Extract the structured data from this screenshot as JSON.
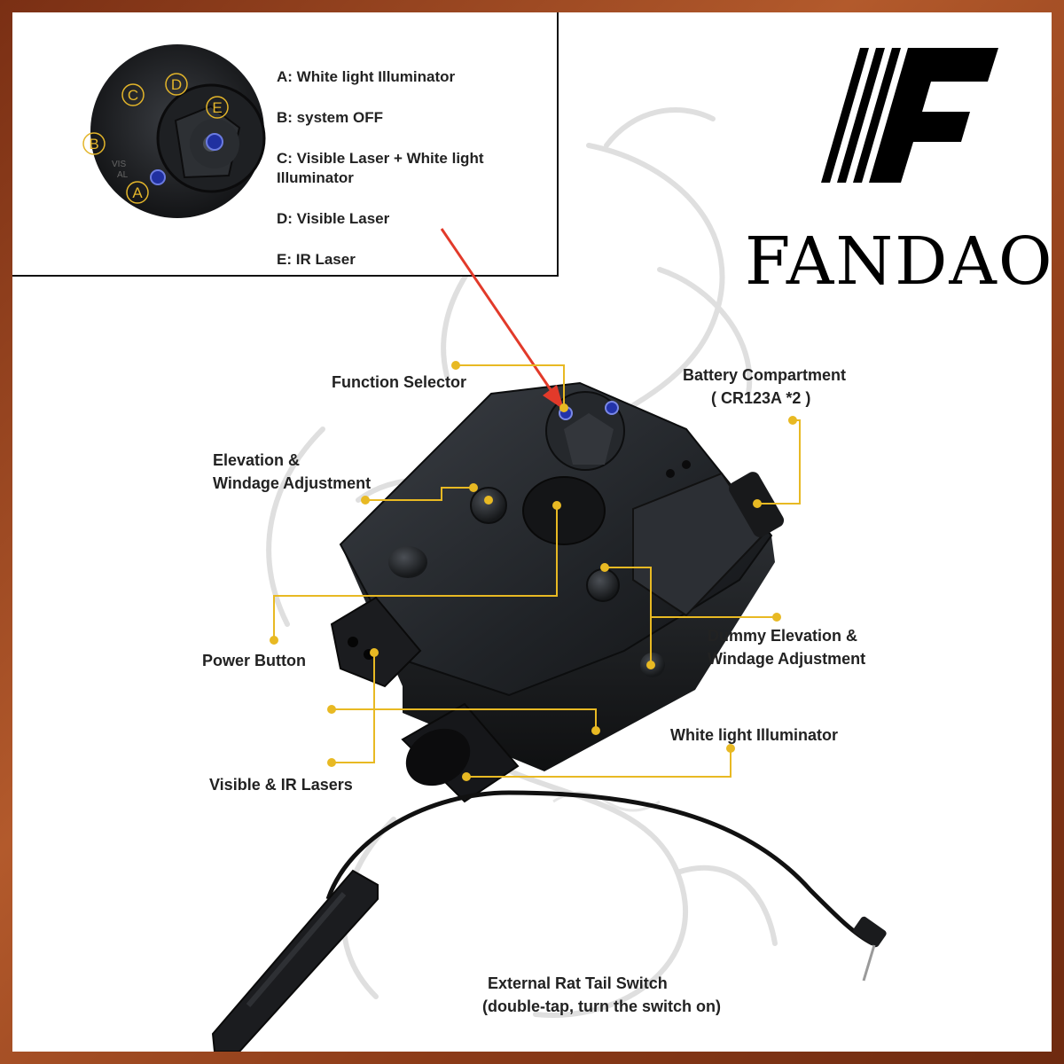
{
  "brand": {
    "name": "FANDAO"
  },
  "legend": {
    "dial_letters": [
      "A",
      "B",
      "C",
      "D",
      "E"
    ],
    "dial_marks": [
      "VIS",
      "AL"
    ],
    "items": [
      {
        "text": "A: White light Illuminator"
      },
      {
        "text": "B: system OFF"
      },
      {
        "text": "C: Visible Laser + White light"
      },
      {
        "text": "Illuminator"
      },
      {
        "text": "D: Visible Laser"
      },
      {
        "text": "E: IR Laser"
      }
    ]
  },
  "callouts": {
    "function_selector": "Function Selector",
    "battery_1": "Battery Compartment",
    "battery_2": "( CR123A *2 )",
    "elevation_1": "Elevation &",
    "elevation_2": "Windage Adjustment",
    "power_button": "Power Button",
    "dummy_1": "Dummy Elevation &",
    "dummy_2": "Windage Adjustment",
    "white_light": "White light Illuminator",
    "lasers": "Visible & IR Lasers",
    "switch_1": "External Rat Tail Switch",
    "switch_2": "(double-tap, turn the switch on)"
  },
  "colors": {
    "callout": "#e8b923",
    "arrow": "#e23a2a",
    "frame": "#8c3b18"
  }
}
